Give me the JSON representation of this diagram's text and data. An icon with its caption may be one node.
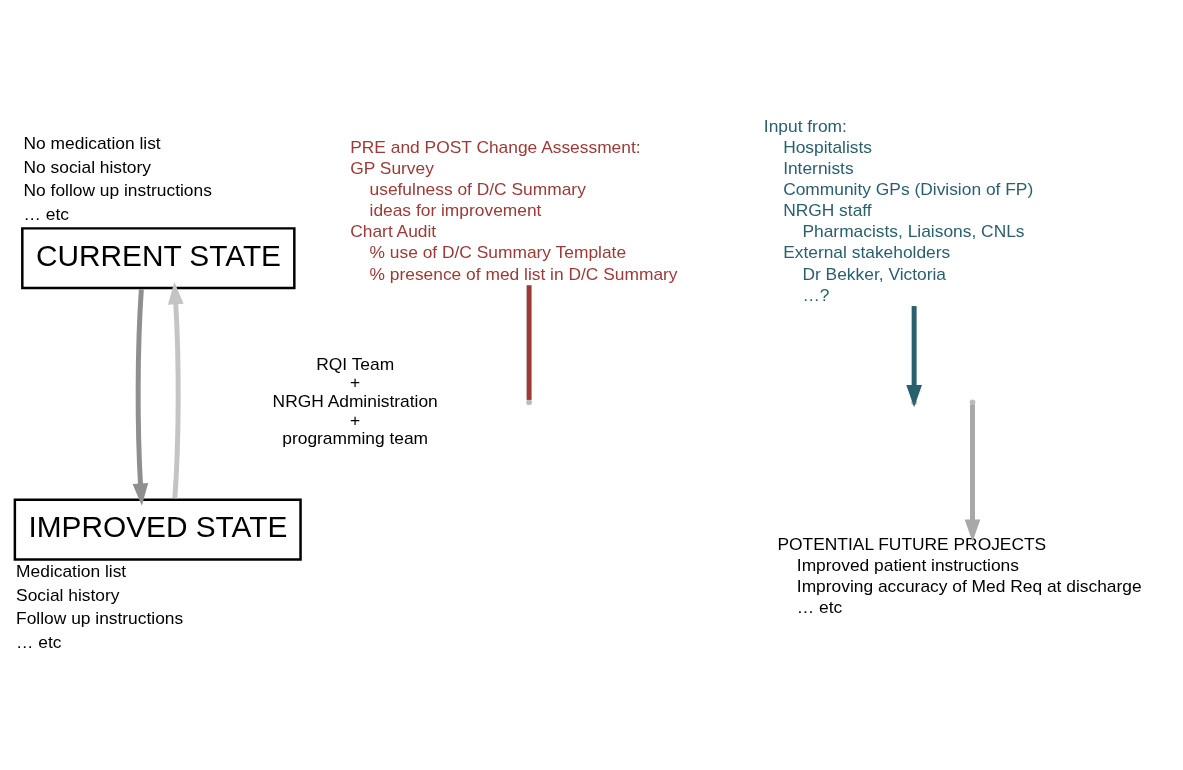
{
  "diagram": {
    "nodes": [
      {
        "text": [
          "CURRENT STATE"
        ],
        "beside": [
          "No medication list",
          "No social history",
          "No follow up instructions",
          "… etc"
        ]
      },
      {
        "text": [
          "IMPROVED STATE"
        ],
        "beside": [
          "Medication list",
          "Social history",
          "Follow up instructions",
          "… etc"
        ]
      },
      {
        "text": [
          "PRE and POST Change Assessment:",
          "GP Survey",
          "usefulness of D/C Summary",
          "ideas for improvement",
          "Chart Audit",
          "% use of D/C Summary Template",
          "% presence of med list in D/C Summary"
        ]
      },
      {
        "text": [
          "Input from:",
          "Hospitalists",
          "Internists",
          "Community GPs (Division of FP)",
          "NRGH staff",
          "Pharmacists, Liaisons, CNLs",
          "External stakeholders",
          "Dr Bekker, Victoria",
          "…?"
        ]
      },
      {
        "text": [
          "POTENTIAL FUTURE PROJECTS",
          "Improved patient instructions",
          "Improving accuracy of Med Req at discharge",
          "… etc"
        ]
      }
    ],
    "edges": [
      {
        "from": 0,
        "to": 1,
        "arrow": "to"
      },
      {
        "from": 1,
        "to": 0,
        "arrow": "to",
        "color": "#c4c4c4"
      },
      {
        "from": 2,
        "to": null,
        "arrow": "none",
        "color": "#9b3a36"
      },
      {
        "from": 3,
        "to": null,
        "arrow": "to",
        "color": "#2a5f6e"
      },
      {
        "from": null,
        "to": 4,
        "arrow": "to",
        "color": "#a8a8a8"
      }
    ],
    "labels": [
      "RQI Team",
      "+",
      "NRGH Administration",
      "+",
      "programming team"
    ]
  }
}
